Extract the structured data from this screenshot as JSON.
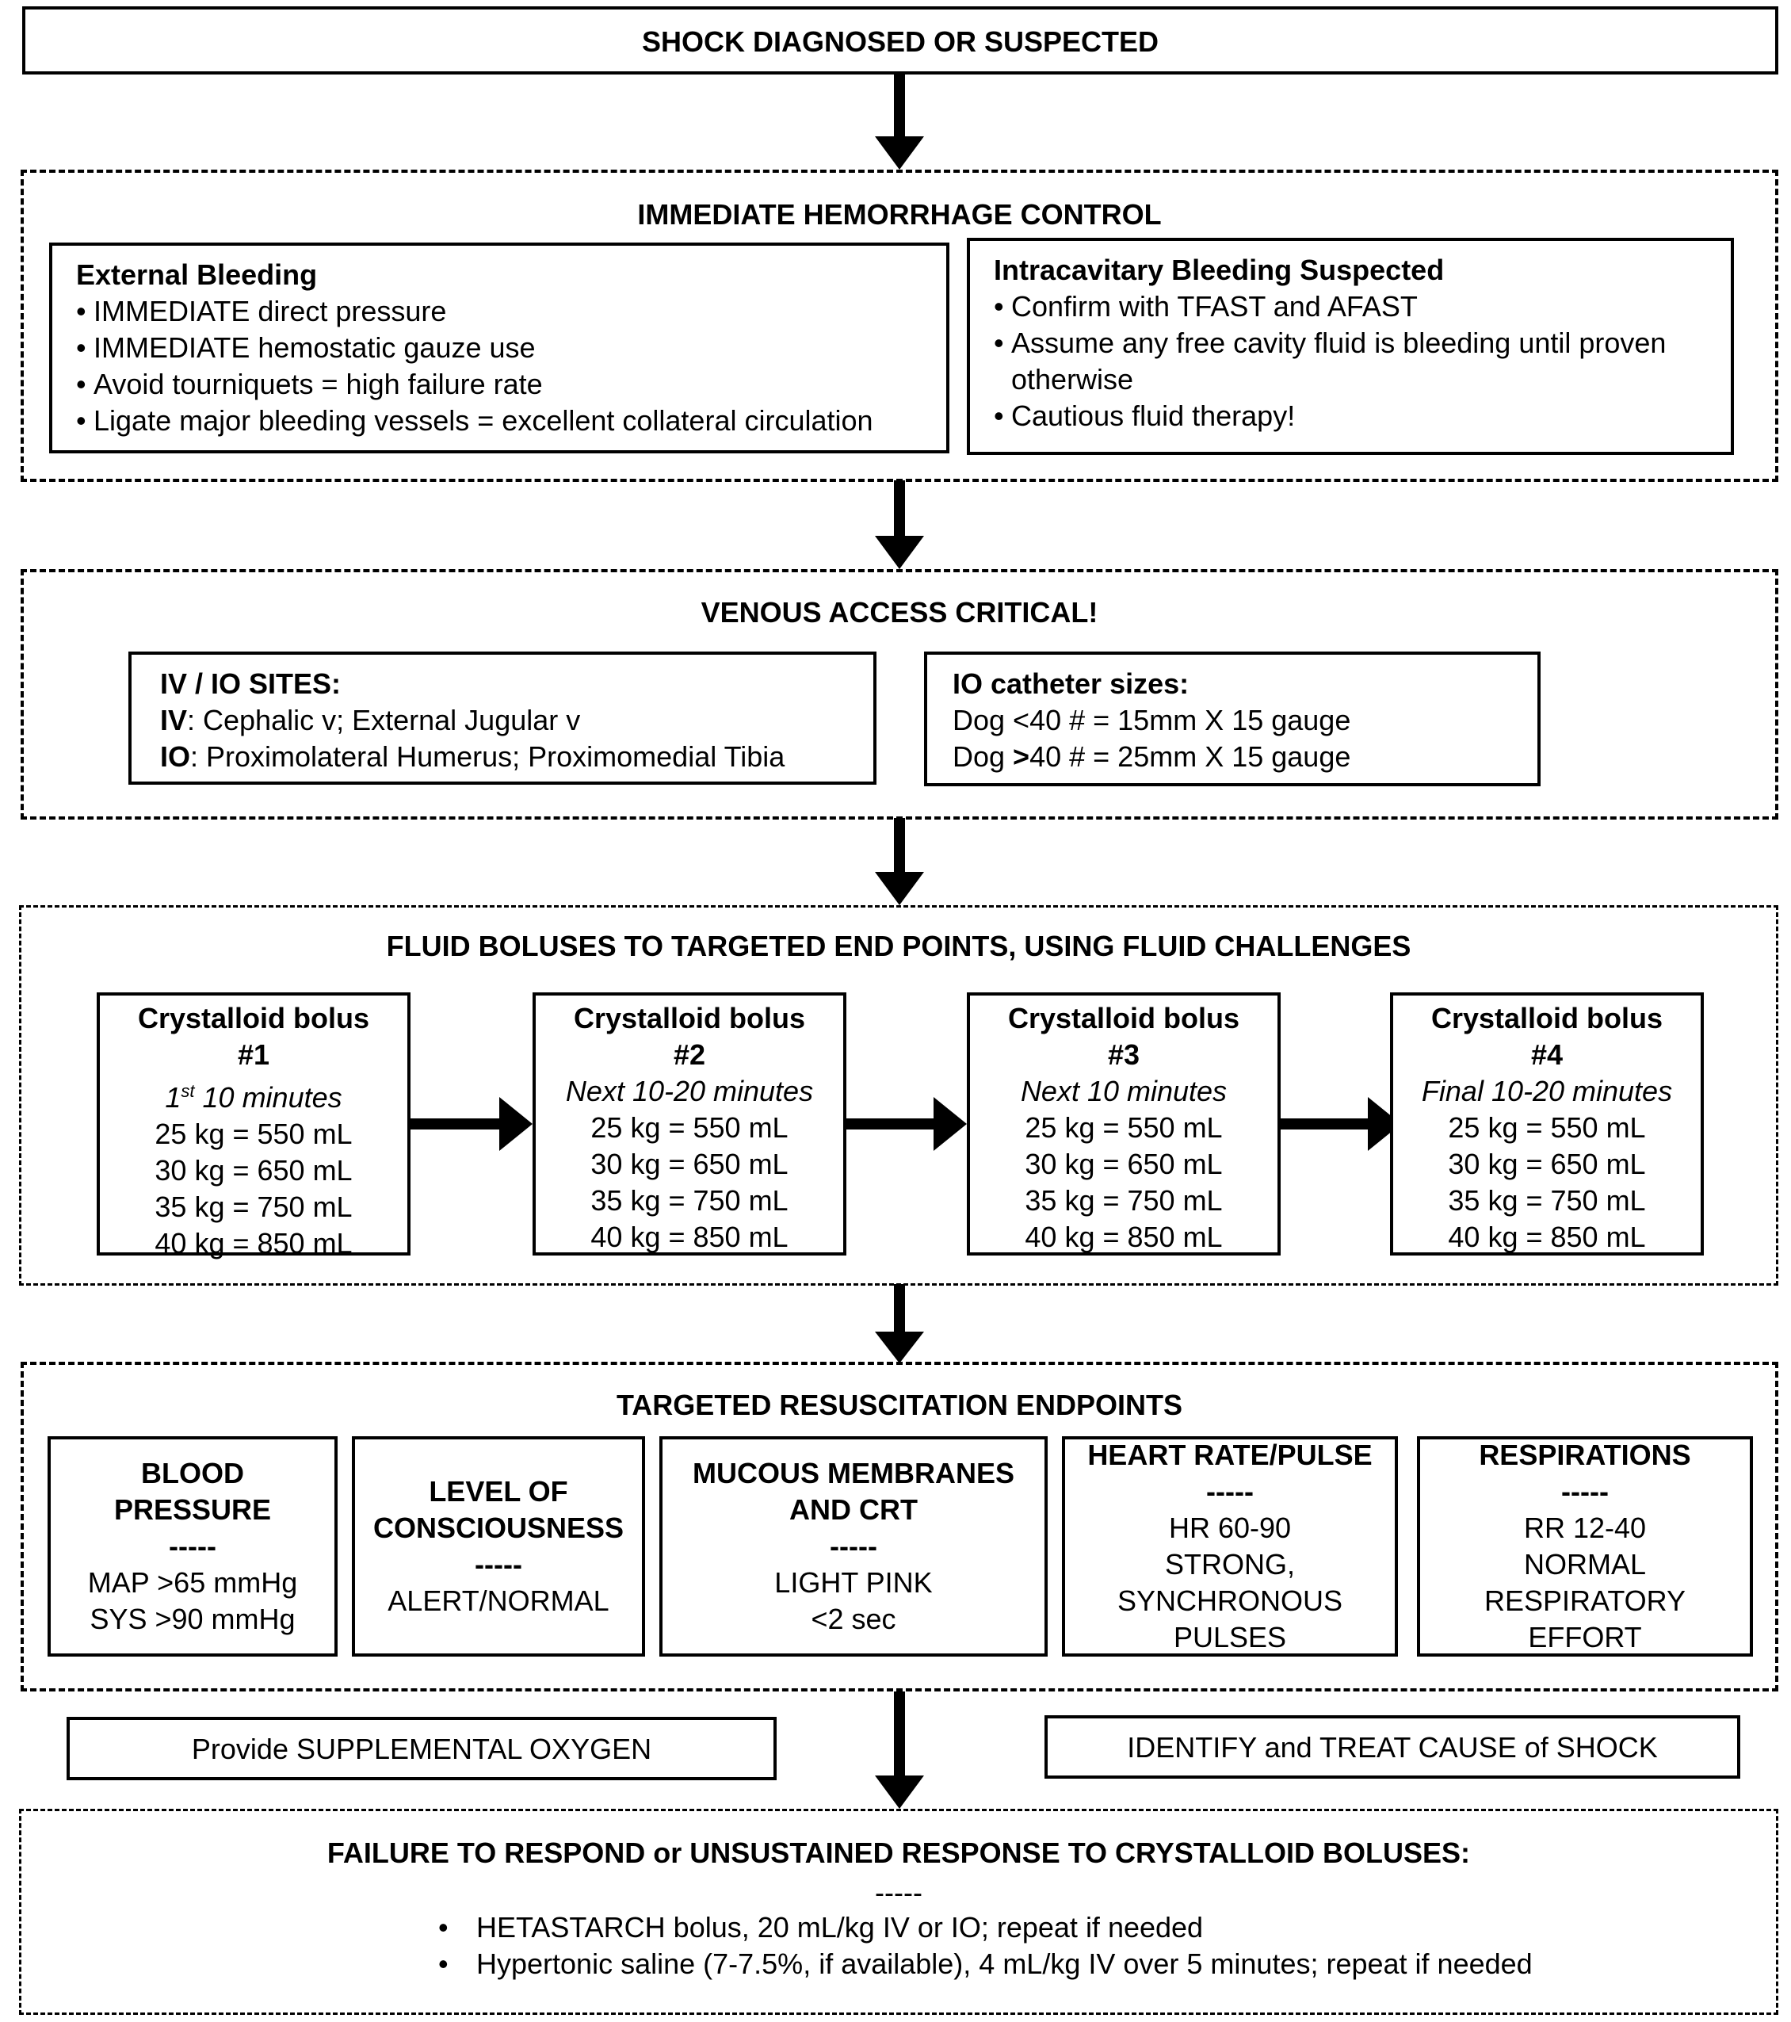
{
  "shock": {
    "title": "SHOCK DIAGNOSED OR SUSPECTED"
  },
  "hemorrhage": {
    "title": "IMMEDIATE HEMORRHAGE CONTROL",
    "external": {
      "heading": "External Bleeding",
      "items": [
        "IMMEDIATE direct pressure",
        "IMMEDIATE hemostatic gauze use",
        "Avoid tourniquets = high failure rate",
        "Ligate major bleeding vessels = excellent collateral circulation"
      ]
    },
    "intracavitary": {
      "heading": "Intracavitary Bleeding Suspected",
      "items": [
        "Confirm with TFAST and AFAST",
        "Assume any free cavity fluid is bleeding until proven otherwise",
        "Cautious fluid therapy!"
      ]
    }
  },
  "venous": {
    "title": "VENOUS ACCESS CRITICAL!",
    "sites": {
      "heading": "IV / IO SITES:",
      "iv_label": "IV",
      "iv_text": ": Cephalic v; External Jugular v",
      "io_label": "IO",
      "io_text": ": Proximolateral Humerus; Proximomedial Tibia"
    },
    "catheter": {
      "heading": "IO catheter sizes:",
      "line1": "Dog <40 # = 15mm X 15 gauge",
      "line2_pre": "Dog ",
      "line2_bold": ">",
      "line2_post": "40 # = 25mm X 15 gauge"
    }
  },
  "fluid": {
    "title": "FLUID BOLUSES TO TARGETED END POINTS, USING FLUID CHALLENGES",
    "boluses": [
      {
        "name": "Crystalloid bolus",
        "num": "#1",
        "timing_base": "1",
        "timing_sup": "st",
        "timing_rest": " 10 minutes",
        "doses": [
          "25 kg = 550 mL",
          "30 kg = 650 mL",
          "35 kg = 750 mL",
          "40 kg = 850 mL"
        ]
      },
      {
        "name": "Crystalloid bolus",
        "num": "#2",
        "timing_base": "Next 10-20 minutes",
        "timing_sup": "",
        "timing_rest": "",
        "doses": [
          "25 kg = 550 mL",
          "30 kg = 650 mL",
          "35 kg = 750 mL",
          "40 kg = 850 mL"
        ]
      },
      {
        "name": "Crystalloid bolus",
        "num": "#3",
        "timing_base": "Next 10 minutes",
        "timing_sup": "",
        "timing_rest": "",
        "doses": [
          "25 kg = 550 mL",
          "30 kg = 650 mL",
          "35 kg = 750 mL",
          "40 kg = 850 mL"
        ]
      },
      {
        "name": "Crystalloid bolus",
        "num": "#4",
        "timing_base": "Final 10-20 minutes",
        "timing_sup": "",
        "timing_rest": "",
        "doses": [
          "25 kg = 550 mL",
          "30 kg = 650 mL",
          "35 kg = 750 mL",
          "40 kg = 850 mL"
        ]
      }
    ]
  },
  "endpoints": {
    "title": "TARGETED RESUSCITATION ENDPOINTS",
    "items": [
      {
        "heading1": "BLOOD",
        "heading2": "PRESSURE",
        "sep": "-----",
        "lines": [
          "MAP >65 mmHg",
          "SYS >90 mmHg"
        ]
      },
      {
        "heading1": "LEVEL OF",
        "heading2": "CONSCIOUSNESS",
        "sep": "-----",
        "lines": [
          "ALERT/NORMAL"
        ]
      },
      {
        "heading1": "MUCOUS MEMBRANES",
        "heading2": "AND CRT",
        "sep": "-----",
        "lines": [
          "LIGHT PINK",
          "<2 sec"
        ]
      },
      {
        "heading1": "HEART RATE/PULSE",
        "heading2": "",
        "sep": "-----",
        "lines": [
          "HR 60-90",
          "STRONG,",
          "SYNCHRONOUS",
          "PULSES"
        ]
      },
      {
        "heading1": "RESPIRATIONS",
        "heading2": "",
        "sep": "-----",
        "lines": [
          "RR 12-40",
          "NORMAL",
          "RESPIRATORY",
          "EFFORT"
        ]
      }
    ]
  },
  "oxygen": {
    "label": "Provide SUPPLEMENTAL OXYGEN"
  },
  "cause": {
    "label": "IDENTIFY and TREAT CAUSE of SHOCK"
  },
  "failure": {
    "title": "FAILURE TO RESPOND or UNSUSTAINED RESPONSE TO CRYSTALLOID BOLUSES:",
    "sep": "-----",
    "items": [
      "HETASTARCH bolus, 20 mL/kg IV or IO; repeat if needed",
      "Hypertonic saline (7-7.5%, if available), 4 mL/kg IV over 5 minutes; repeat if needed"
    ]
  }
}
